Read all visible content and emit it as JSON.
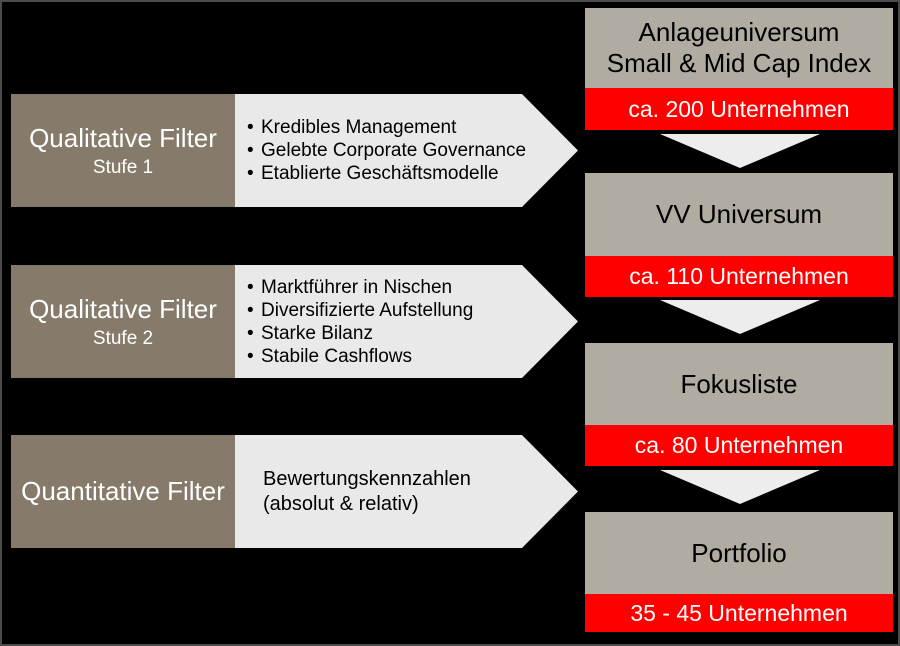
{
  "colors": {
    "background": "#000000",
    "frame_border": "#4B4B4B",
    "filter_label_box": "#867A6A",
    "filter_arrow_box": "#E9E9E9",
    "stage_box": "#B0ACA1",
    "banner": "#FF0000",
    "banner_text": "#FFFFFF",
    "filter_label_text": "#FFFFFF",
    "body_text": "#000000",
    "down_arrow": "#EDEDED"
  },
  "filters": [
    {
      "title": "Qualitative Filter",
      "subtitle": "Stufe 1",
      "bullets": [
        "Kredibles Management",
        "Gelebte Corporate Governance",
        "Etablierte Geschäftsmodelle"
      ]
    },
    {
      "title": "Qualitative Filter",
      "subtitle": "Stufe 2",
      "bullets": [
        "Marktführer in Nischen",
        "Diversifizierte Aufstellung",
        "Starke Bilanz",
        "Stabile Cashflows"
      ]
    },
    {
      "title": "Quantitative Filter",
      "lines": [
        "Bewertungskennzahlen",
        "(absolut & relativ)"
      ]
    }
  ],
  "stages": [
    {
      "title_lines": [
        "Anlageuniversum",
        "Small & Mid Cap Index"
      ],
      "count": "ca. 200 Unternehmen"
    },
    {
      "title_lines": [
        "VV Universum"
      ],
      "count": "ca. 110 Unternehmen"
    },
    {
      "title_lines": [
        "Fokusliste"
      ],
      "count": "ca. 80 Unternehmen"
    },
    {
      "title_lines": [
        "Portfolio"
      ],
      "count": "35 - 45 Unternehmen"
    }
  ]
}
